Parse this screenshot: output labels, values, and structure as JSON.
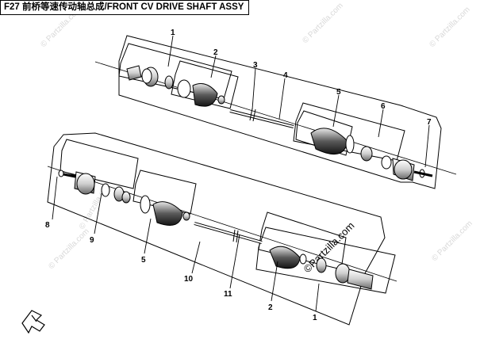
{
  "title": "F27 前桥等速传动轴总成/FRONT CV DRIVE SHAFT ASSY",
  "watermark": "© Partzilla.com",
  "watermark_main": "©Partzilla.com",
  "callouts": {
    "top_1": "1",
    "top_2": "2",
    "top_3": "3",
    "top_4": "4",
    "top_5": "5",
    "top_6": "6",
    "top_7": "7",
    "bot_8": "8",
    "bot_9": "9",
    "bot_5": "5",
    "bot_10": "10",
    "bot_11": "11",
    "bot_2": "2",
    "bot_1": "1"
  },
  "colors": {
    "line": "#000000",
    "watermark": "#d8d8d8"
  }
}
